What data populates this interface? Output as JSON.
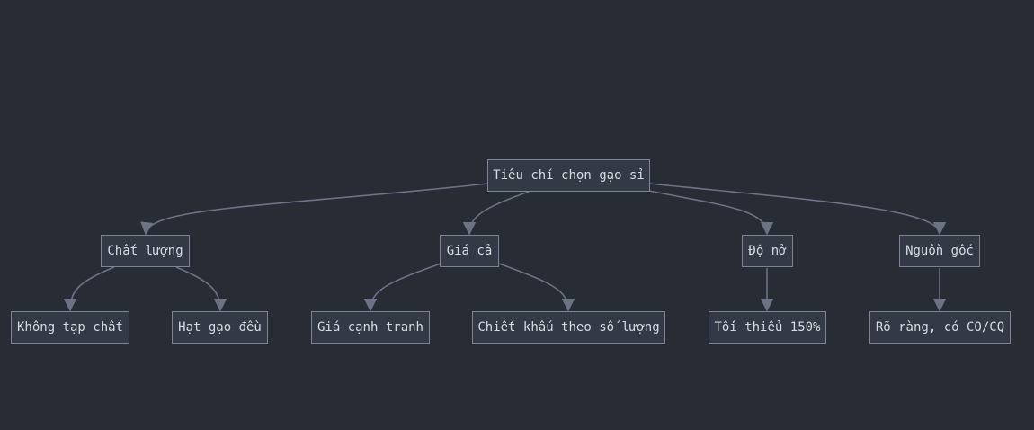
{
  "diagram": {
    "colors": {
      "background": "#282c34",
      "node_fill": "#343a45",
      "node_border": "#7d8594",
      "edge": "#6b7385",
      "text": "#d7dbe2"
    },
    "nodes": {
      "root": "Tiêu chí chọn gạo sỉ",
      "quality": "Chất lượng",
      "price": "Giá cả",
      "expansion": "Độ nở",
      "origin": "Nguồn gốc",
      "no_impurity": "Không tạp chất",
      "uniform_grain": "Hạt gạo đều",
      "competitive_price": "Giá cạnh tranh",
      "volume_discount": "Chiết khấu theo số lượng",
      "min_expansion": "Tối thiểu 150%",
      "clear_origin": "Rõ ràng, có CO/CQ"
    },
    "edges": [
      [
        "root",
        "quality"
      ],
      [
        "root",
        "price"
      ],
      [
        "root",
        "expansion"
      ],
      [
        "root",
        "origin"
      ],
      [
        "quality",
        "no_impurity"
      ],
      [
        "quality",
        "uniform_grain"
      ],
      [
        "price",
        "competitive_price"
      ],
      [
        "price",
        "volume_discount"
      ],
      [
        "expansion",
        "min_expansion"
      ],
      [
        "origin",
        "clear_origin"
      ]
    ]
  }
}
